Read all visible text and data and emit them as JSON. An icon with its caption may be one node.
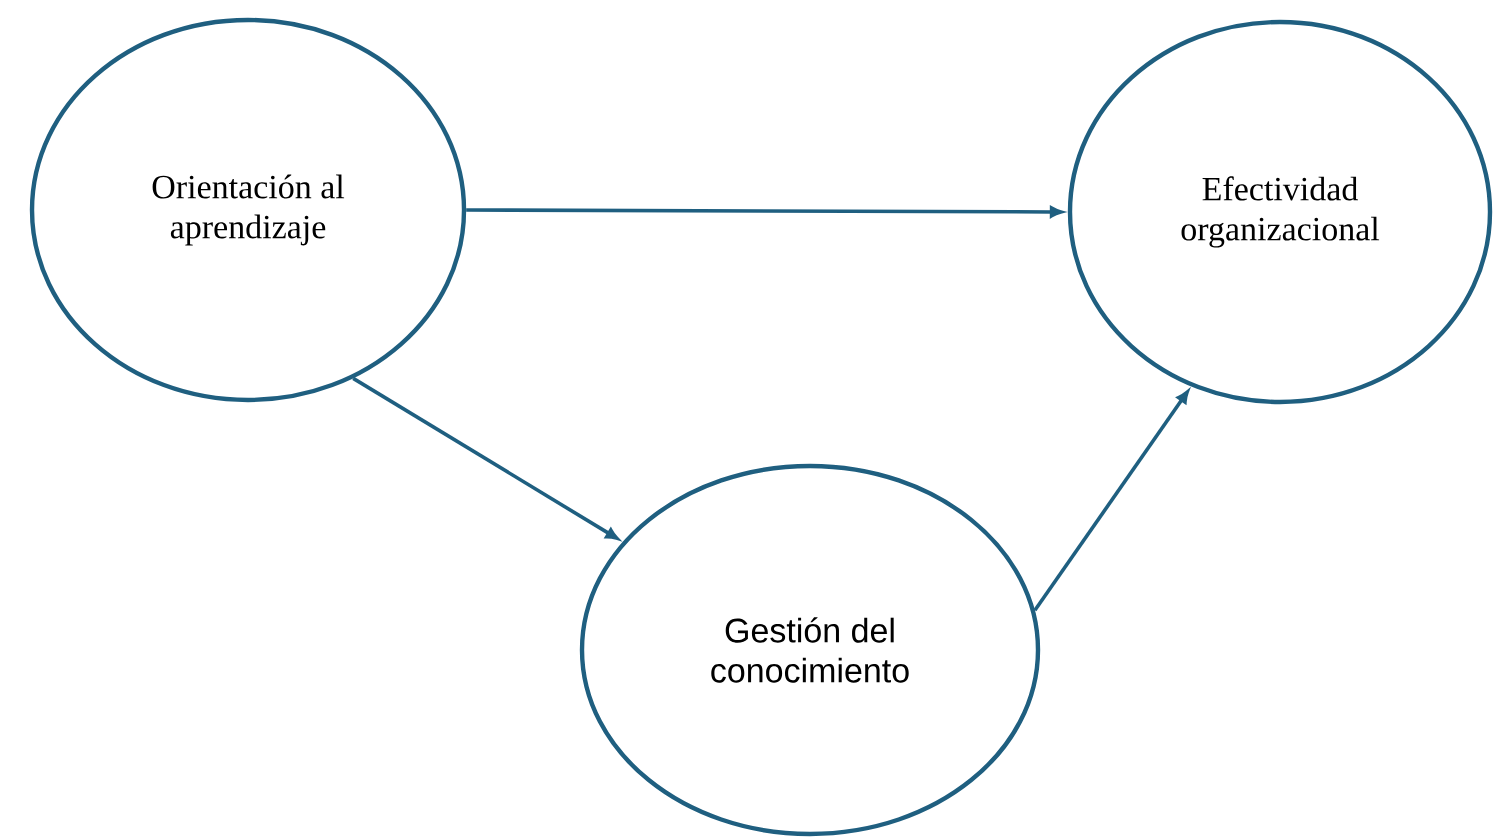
{
  "diagram": {
    "nodes": [
      {
        "text": [
          "Orientación al aprendizaje"
        ]
      },
      {
        "text": [
          "Efectividad organizacional"
        ]
      },
      {
        "text": [
          "Gestión del conocimiento"
        ]
      }
    ],
    "edges": [
      {
        "from": 0,
        "to": 1,
        "arrow": "to"
      },
      {
        "from": 0,
        "to": 2,
        "arrow": "to"
      },
      {
        "from": 2,
        "to": 1,
        "arrow": "to"
      }
    ]
  }
}
